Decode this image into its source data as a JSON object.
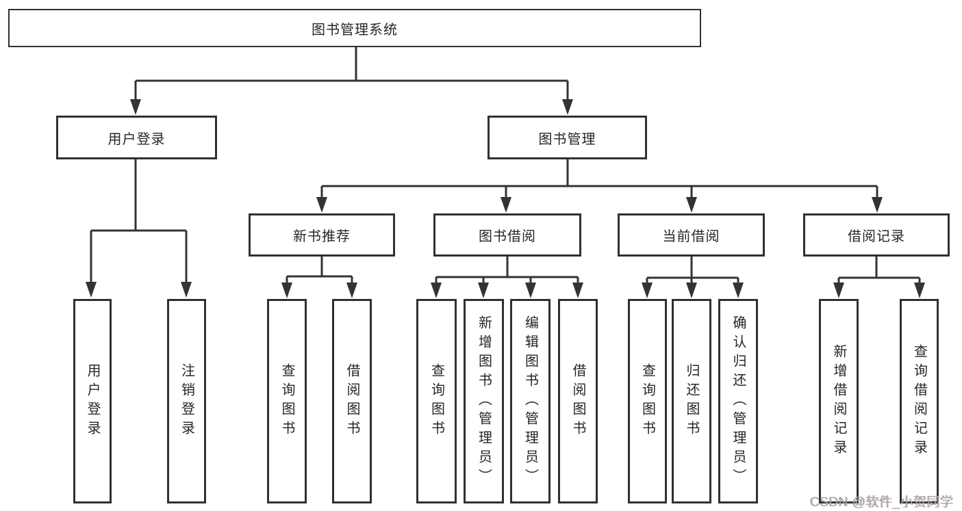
{
  "diagram": {
    "tree": {
      "root": {
        "label": "图书管理系统",
        "children": [
          {
            "label": "用户登录",
            "children": [
              {
                "label": "用户登录"
              },
              {
                "label": "注销登录"
              }
            ]
          },
          {
            "label": "图书管理",
            "children": [
              {
                "label": "新书推荐",
                "children": [
                  {
                    "label": "查询图书"
                  },
                  {
                    "label": "借阅图书"
                  }
                ]
              },
              {
                "label": "图书借阅",
                "children": [
                  {
                    "label": "查询图书"
                  },
                  {
                    "label": "新增图书（管理员）"
                  },
                  {
                    "label": "编辑图书（管理员）"
                  },
                  {
                    "label": "借阅图书"
                  }
                ]
              },
              {
                "label": "当前借阅",
                "children": [
                  {
                    "label": "查询图书"
                  },
                  {
                    "label": "归还图书"
                  },
                  {
                    "label": "确认归还（管理员）"
                  }
                ]
              },
              {
                "label": "借阅记录",
                "children": [
                  {
                    "label": "新增借阅记录"
                  },
                  {
                    "label": "查询借阅记录"
                  }
                ]
              }
            ]
          }
        ]
      }
    },
    "colors": {
      "line": "#333333",
      "box_border": "#303030",
      "text": "#262626",
      "background": "#ffffff",
      "watermark": "#ababab"
    }
  },
  "watermark": {
    "text": "CSDN @软件_小贺同学"
  }
}
